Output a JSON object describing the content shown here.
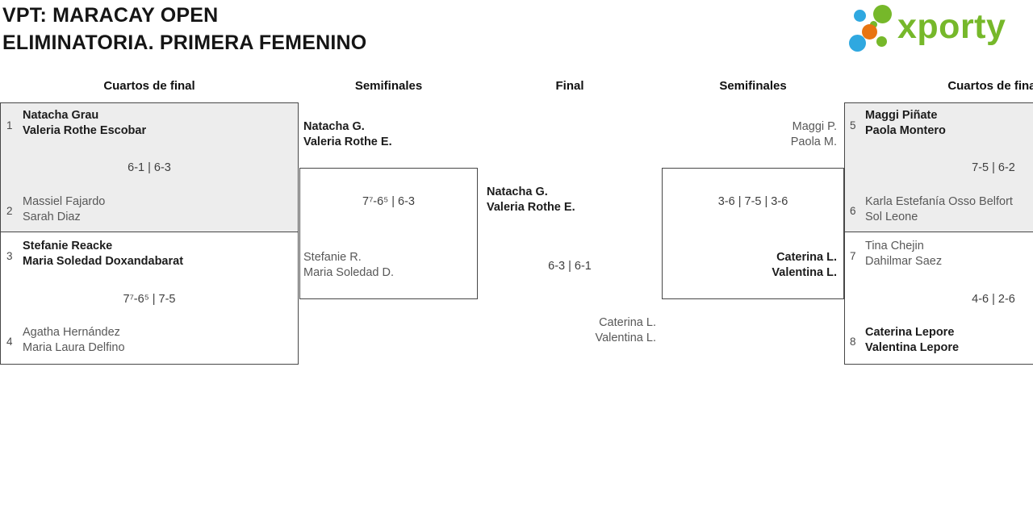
{
  "title": {
    "line1": "VPT: MARACAY OPEN",
    "line2": "ELIMINATORIA. PRIMERA FEMENINO"
  },
  "logo": {
    "text": "xporty",
    "green": "#76b82a",
    "blue": "#2fa8e0",
    "orange": "#e87411"
  },
  "round_headers": {
    "left_quarters": "Cuartos de final",
    "left_semis": "Semifinales",
    "final": "Final",
    "right_semis": "Semifinales",
    "right_quarters": "Cuartos de final"
  },
  "matches": {
    "qf_left_top": {
      "seed_top": "1",
      "team_top": [
        "Natacha Grau",
        "Valeria Rothe Escobar"
      ],
      "score": "6-1 | 6-3",
      "seed_bottom": "2",
      "team_bottom": [
        "Massiel Fajardo",
        "Sarah Diaz"
      ]
    },
    "qf_left_bottom": {
      "seed_top": "3",
      "team_top": [
        "Stefanie Reacke",
        "Maria Soledad Doxandabarat"
      ],
      "score": "7⁷-6⁵ | 7-5",
      "seed_bottom": "4",
      "team_bottom": [
        "Agatha Hernández",
        "Maria Laura Delfino"
      ]
    },
    "sf_left": {
      "team_top": [
        "Natacha G.",
        "Valeria Rothe E."
      ],
      "score": "7⁷-6⁵ | 6-3",
      "team_bottom": [
        "Stefanie R.",
        "Maria Soledad D."
      ]
    },
    "final": {
      "team_top": [
        "Natacha G.",
        "Valeria Rothe E."
      ],
      "score": "6-3 | 6-1",
      "team_bottom": [
        "Caterina L.",
        "Valentina L."
      ]
    },
    "sf_right": {
      "team_top": [
        "Maggi P.",
        "Paola M."
      ],
      "score": "3-6 | 7-5 | 3-6",
      "team_bottom": [
        "Caterina L.",
        "Valentina L."
      ]
    },
    "qf_right_top": {
      "seed_top": "5",
      "team_top": [
        "Maggi Piñate",
        "Paola Montero"
      ],
      "score": "7-5 | 6-2",
      "seed_bottom": "6",
      "team_bottom": [
        "Karla Estefanía Osso Belfort",
        "Sol Leone"
      ]
    },
    "qf_right_bottom": {
      "seed_top": "7",
      "team_top": [
        "Tina Chejin",
        "Dahilmar Saez"
      ],
      "score": "4-6 | 2-6",
      "seed_bottom": "8",
      "team_bottom": [
        "Caterina Lepore",
        "Valentina Lepore"
      ]
    }
  }
}
